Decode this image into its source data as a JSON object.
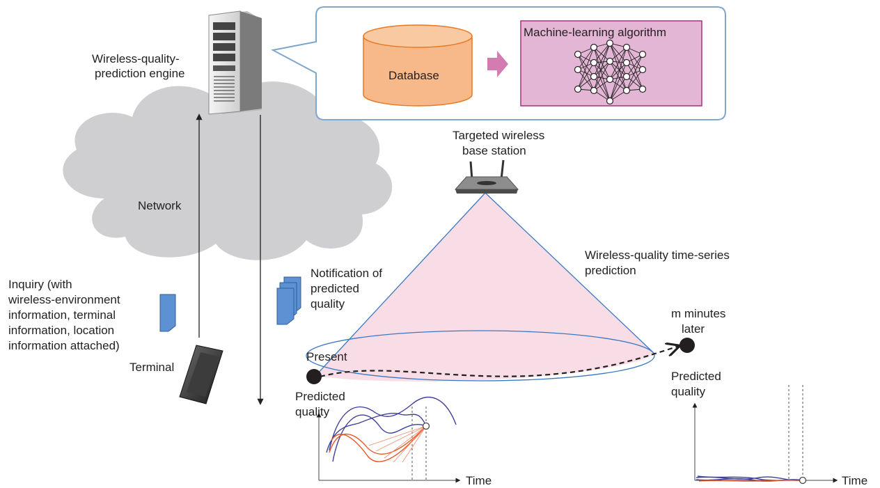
{
  "engine": {
    "label_line1": "Wireless-quality-",
    "label_line2": "prediction engine",
    "database_label": "Database",
    "ml_label": "Machine-learning algorithm"
  },
  "network": {
    "label": "Network"
  },
  "base_station": {
    "label_line1": "Targeted wireless",
    "label_line2": "base station"
  },
  "prediction": {
    "label_line1": "Wireless-quality time-series",
    "label_line2": "prediction"
  },
  "inquiry": {
    "line1": "Inquiry (with",
    "line2": "wireless-environment",
    "line3": "information, terminal",
    "line4": "information, location",
    "line5": "information attached)"
  },
  "terminal": {
    "label": "Terminal"
  },
  "notification": {
    "line1": "Notification of",
    "line2": "predicted",
    "line3": "quality"
  },
  "present": {
    "label": "Present",
    "quality_line1": "Predicted",
    "quality_line2": "quality",
    "time_label": "Time"
  },
  "future": {
    "label_line1": "m minutes",
    "label_line2": "later",
    "quality_line1": "Predicted",
    "quality_line2": "quality",
    "time_label": "Time"
  },
  "colors": {
    "callout_border": "#7fa6cc",
    "database_fill": "#f7b98a",
    "database_stroke": "#e87722",
    "ml_fill": "#e3b6d6",
    "ml_stroke": "#a0357d",
    "arrow_pink": "#d47bb2",
    "cone_fill": "#f8dde6",
    "cone_edge": "#3a78c2",
    "cloud_fill": "#cfcfd1",
    "doc_fill": "#5c92d4",
    "series_blue": "#3e3f9c",
    "series_red": "#e65a2a"
  }
}
